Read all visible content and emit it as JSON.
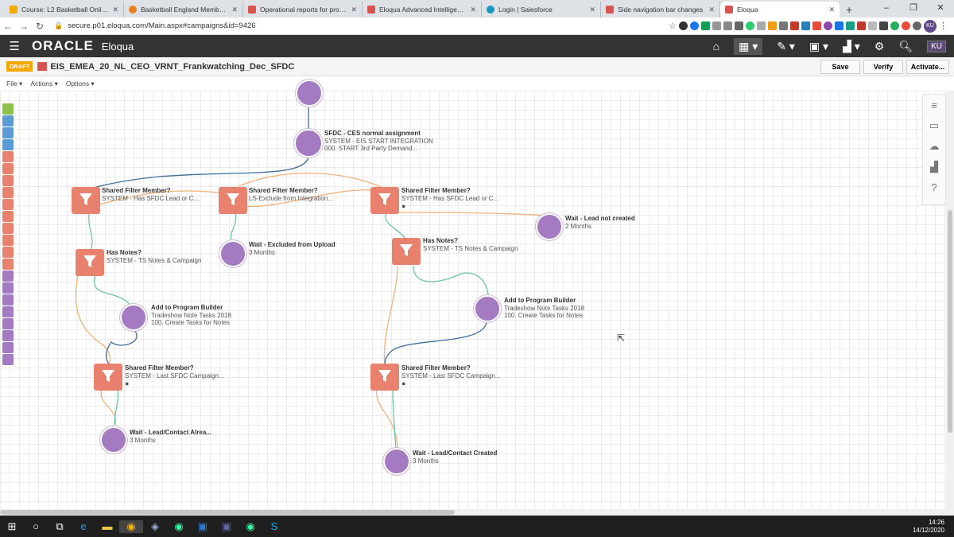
{
  "browser": {
    "tabs": [
      {
        "title": "Course: L2 Basketball Online Co...",
        "color": "#f2a900"
      },
      {
        "title": "Basketball England Members Ar...",
        "color": "#e67e22"
      },
      {
        "title": "Operational reports for program...",
        "color": "#d9534f"
      },
      {
        "title": "Eloqua Advanced Intelligence Cl...",
        "color": "#d9534f"
      },
      {
        "title": "Login | Salesforce",
        "color": "#1798c1"
      },
      {
        "title": "Side navigation bar changes",
        "color": "#d9534f"
      },
      {
        "title": "Eloqua",
        "color": "#d9534f",
        "active": true
      }
    ],
    "url": "secure.p01.eloqua.com/Main.aspx#campaigns&id=9426",
    "profile_initials": "KU"
  },
  "app": {
    "logo": "ORACLE",
    "product": "Eloqua",
    "user_initials": "KU"
  },
  "campaign": {
    "status": "DRAFT",
    "name": "EIS_EMEA_20_NL_CEO_VRNT_Frankwatching_Dec_SFDC",
    "save": "Save",
    "verify": "Verify",
    "activate": "Activate..."
  },
  "menu": {
    "file": "File ▾",
    "actions": "Actions ▾",
    "options": "Options ▾"
  },
  "nodes": {
    "sfdc": {
      "title": "SFDC - CES normal assignment",
      "line1": "SYSTEM - EIS START INTEGRATION",
      "line2": "000. START 3rd Party Demand..."
    },
    "sfm1": {
      "title": "Shared Filter Member?",
      "line1": "SYSTEM - Has SFDC Lead or C..."
    },
    "sfm2": {
      "title": "Shared Filter Member?",
      "line1": "LS-Exclude from Integration..."
    },
    "sfm3": {
      "title": "Shared Filter Member?",
      "line1": "SYSTEM - Has SFDC Lead or C..."
    },
    "wait_not_created": {
      "title": "Wait - Lead not created",
      "line1": "2 Months"
    },
    "wait_excluded": {
      "title": "Wait - Excluded from Upload",
      "line1": "3 Months"
    },
    "notes1": {
      "title": "Has Notes?",
      "line1": "SYSTEM - TS Notes & Campaign"
    },
    "notes2": {
      "title": "Has Notes?",
      "line1": "SYSTEM - TS Notes & Campaign"
    },
    "apb1": {
      "title": "Add to Program Builder",
      "line1": "Tradeshow Note Tasks 2018",
      "line2": "100. Create Tasks for Notes"
    },
    "apb2": {
      "title": "Add to Program Builder",
      "line1": "Tradeshow Note Tasks 2018",
      "line2": "100. Create Tasks for Notes"
    },
    "sfm4": {
      "title": "Shared Filter Member?",
      "line1": "SYSTEM - Last SFDC Campaign..."
    },
    "sfm5": {
      "title": "Shared Filter Member?",
      "line1": "SYSTEM - Last SFDC Campaign..."
    },
    "wait_already": {
      "title": "Wait - Lead/Contact Alrea...",
      "line1": "3 Months"
    },
    "wait_created": {
      "title": "Wait - Lead/Contact Created",
      "line1": "3 Months"
    }
  },
  "taskbar": {
    "time": "14:26",
    "date": "14/12/2020"
  },
  "colors": {
    "filter": "#e8826e",
    "action": "#a47ac0",
    "path_yes": "#6cc4a6",
    "path_no": "#f2b27a",
    "path_blue": "#3e6e9c"
  }
}
